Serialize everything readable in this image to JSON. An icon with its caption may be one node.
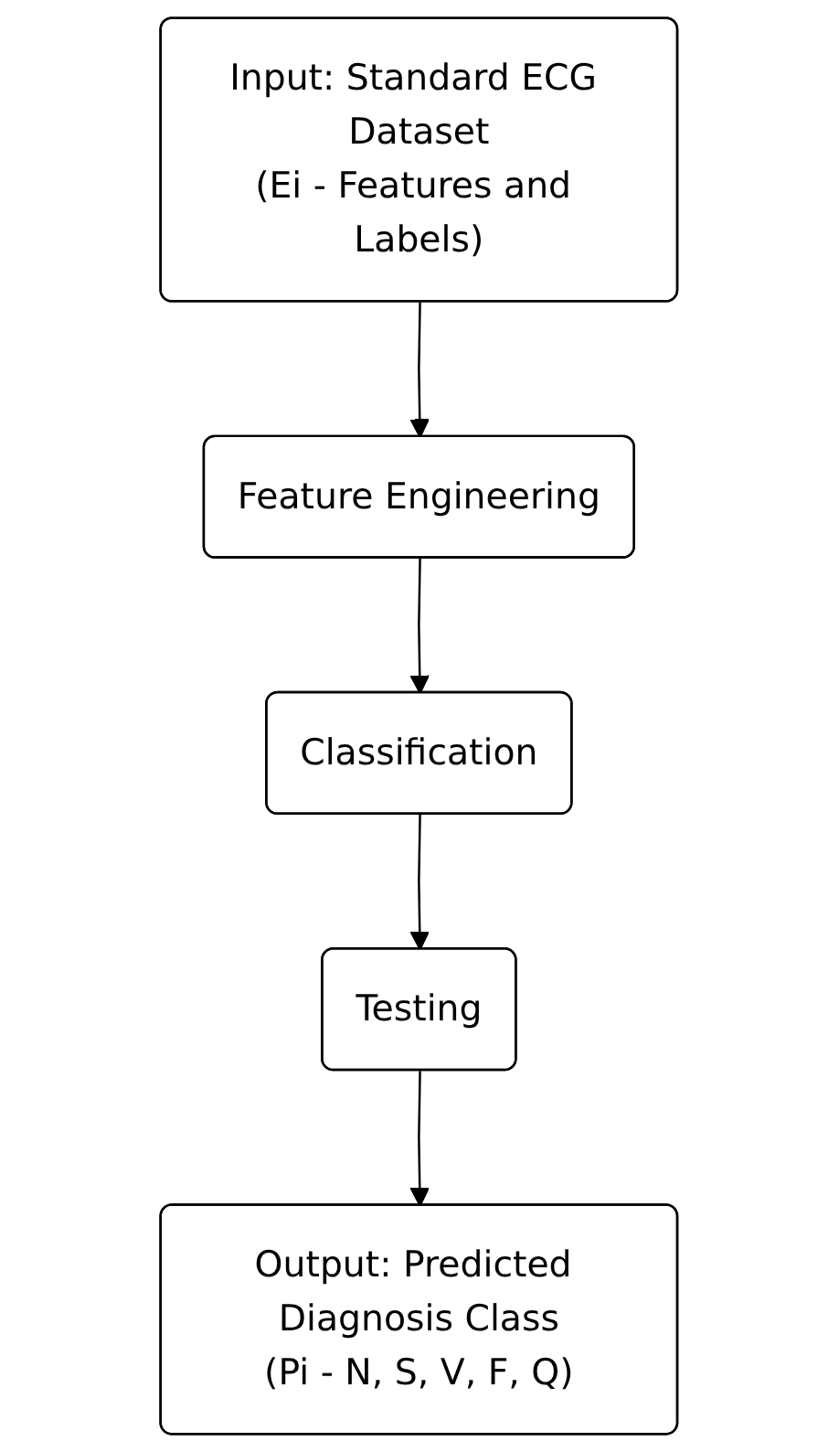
{
  "diagram": {
    "nodes": [
      {
        "text": [
          "Input: Standard ECG Dataset (Ei - Features and Labels)"
        ]
      },
      {
        "text": [
          "Feature Engineering"
        ]
      },
      {
        "text": [
          "Classification"
        ]
      },
      {
        "text": [
          "Testing"
        ]
      },
      {
        "text": [
          "Output: Predicted Diagnosis Class (Pi - N, S, V, F, Q)"
        ]
      }
    ],
    "edges": [
      {
        "from": 0,
        "to": 1,
        "arrow": "to"
      },
      {
        "from": 1,
        "to": 2,
        "arrow": "to"
      },
      {
        "from": 2,
        "to": 3,
        "arrow": "to"
      },
      {
        "from": 3,
        "to": 4,
        "arrow": "to"
      }
    ]
  }
}
